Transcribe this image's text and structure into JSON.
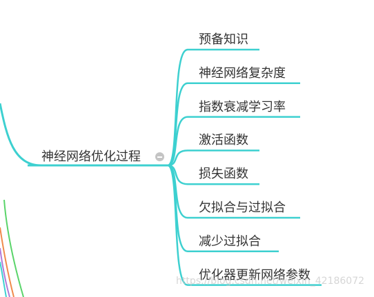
{
  "mindmap": {
    "central": "神经网络优化过程",
    "children": [
      "预备知识",
      "神经网络复杂度",
      "指数衰减学习率",
      "激活函数",
      "损失函数",
      "欠拟合与过拟合",
      "减少过拟合",
      "优化器更新网络参数"
    ]
  },
  "watermark": "https://blog.csdn.net/weixin_42186072",
  "colors": {
    "branch": "#3dd0d0",
    "left_lines": [
      "#3dd0d0",
      "#5ad46a",
      "#f08a4b",
      "#b07ad8"
    ]
  }
}
